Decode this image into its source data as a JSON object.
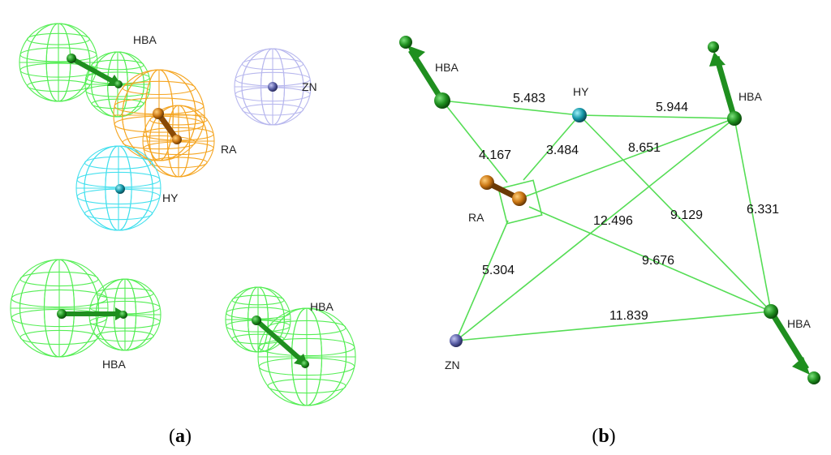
{
  "panel_a": {
    "caption_letter": "a",
    "labels": {
      "hba_top": "HBA",
      "zn": "ZN",
      "ra": "RA",
      "hy": "HY",
      "hba_bottom_left": "HBA",
      "hba_bottom_right": "HBA"
    }
  },
  "panel_b": {
    "caption_letter": "b",
    "labels": {
      "hba_top_left": "HBA",
      "hy": "HY",
      "hba_top_right": "HBA",
      "ra": "RA",
      "zn": "ZN",
      "hba_bottom_right": "HBA"
    },
    "distances": {
      "hba_hy": "5.483",
      "hy_hba_right": "5.944",
      "hba_ra": "4.167",
      "hy_ra": "3.484",
      "ra_hba_right": "8.651",
      "zn_hba_right": "12.496",
      "hy_hba_bottom": "9.129",
      "hba_right_hba_bottom": "6.331",
      "ra_zn": "5.304",
      "ra_hba_bottom": "9.676",
      "zn_hba_bottom": "11.839"
    }
  },
  "colors": {
    "hba": "#22aa22",
    "hba_mesh": "#55ee55",
    "ra": "#e8900a",
    "ra_mesh": "#f5a623",
    "hy": "#22b5c8",
    "hy_mesh": "#44e0ee",
    "zn": "#6a6fb5",
    "zn_mesh": "#b8b8ee",
    "line": "#55dd55"
  }
}
